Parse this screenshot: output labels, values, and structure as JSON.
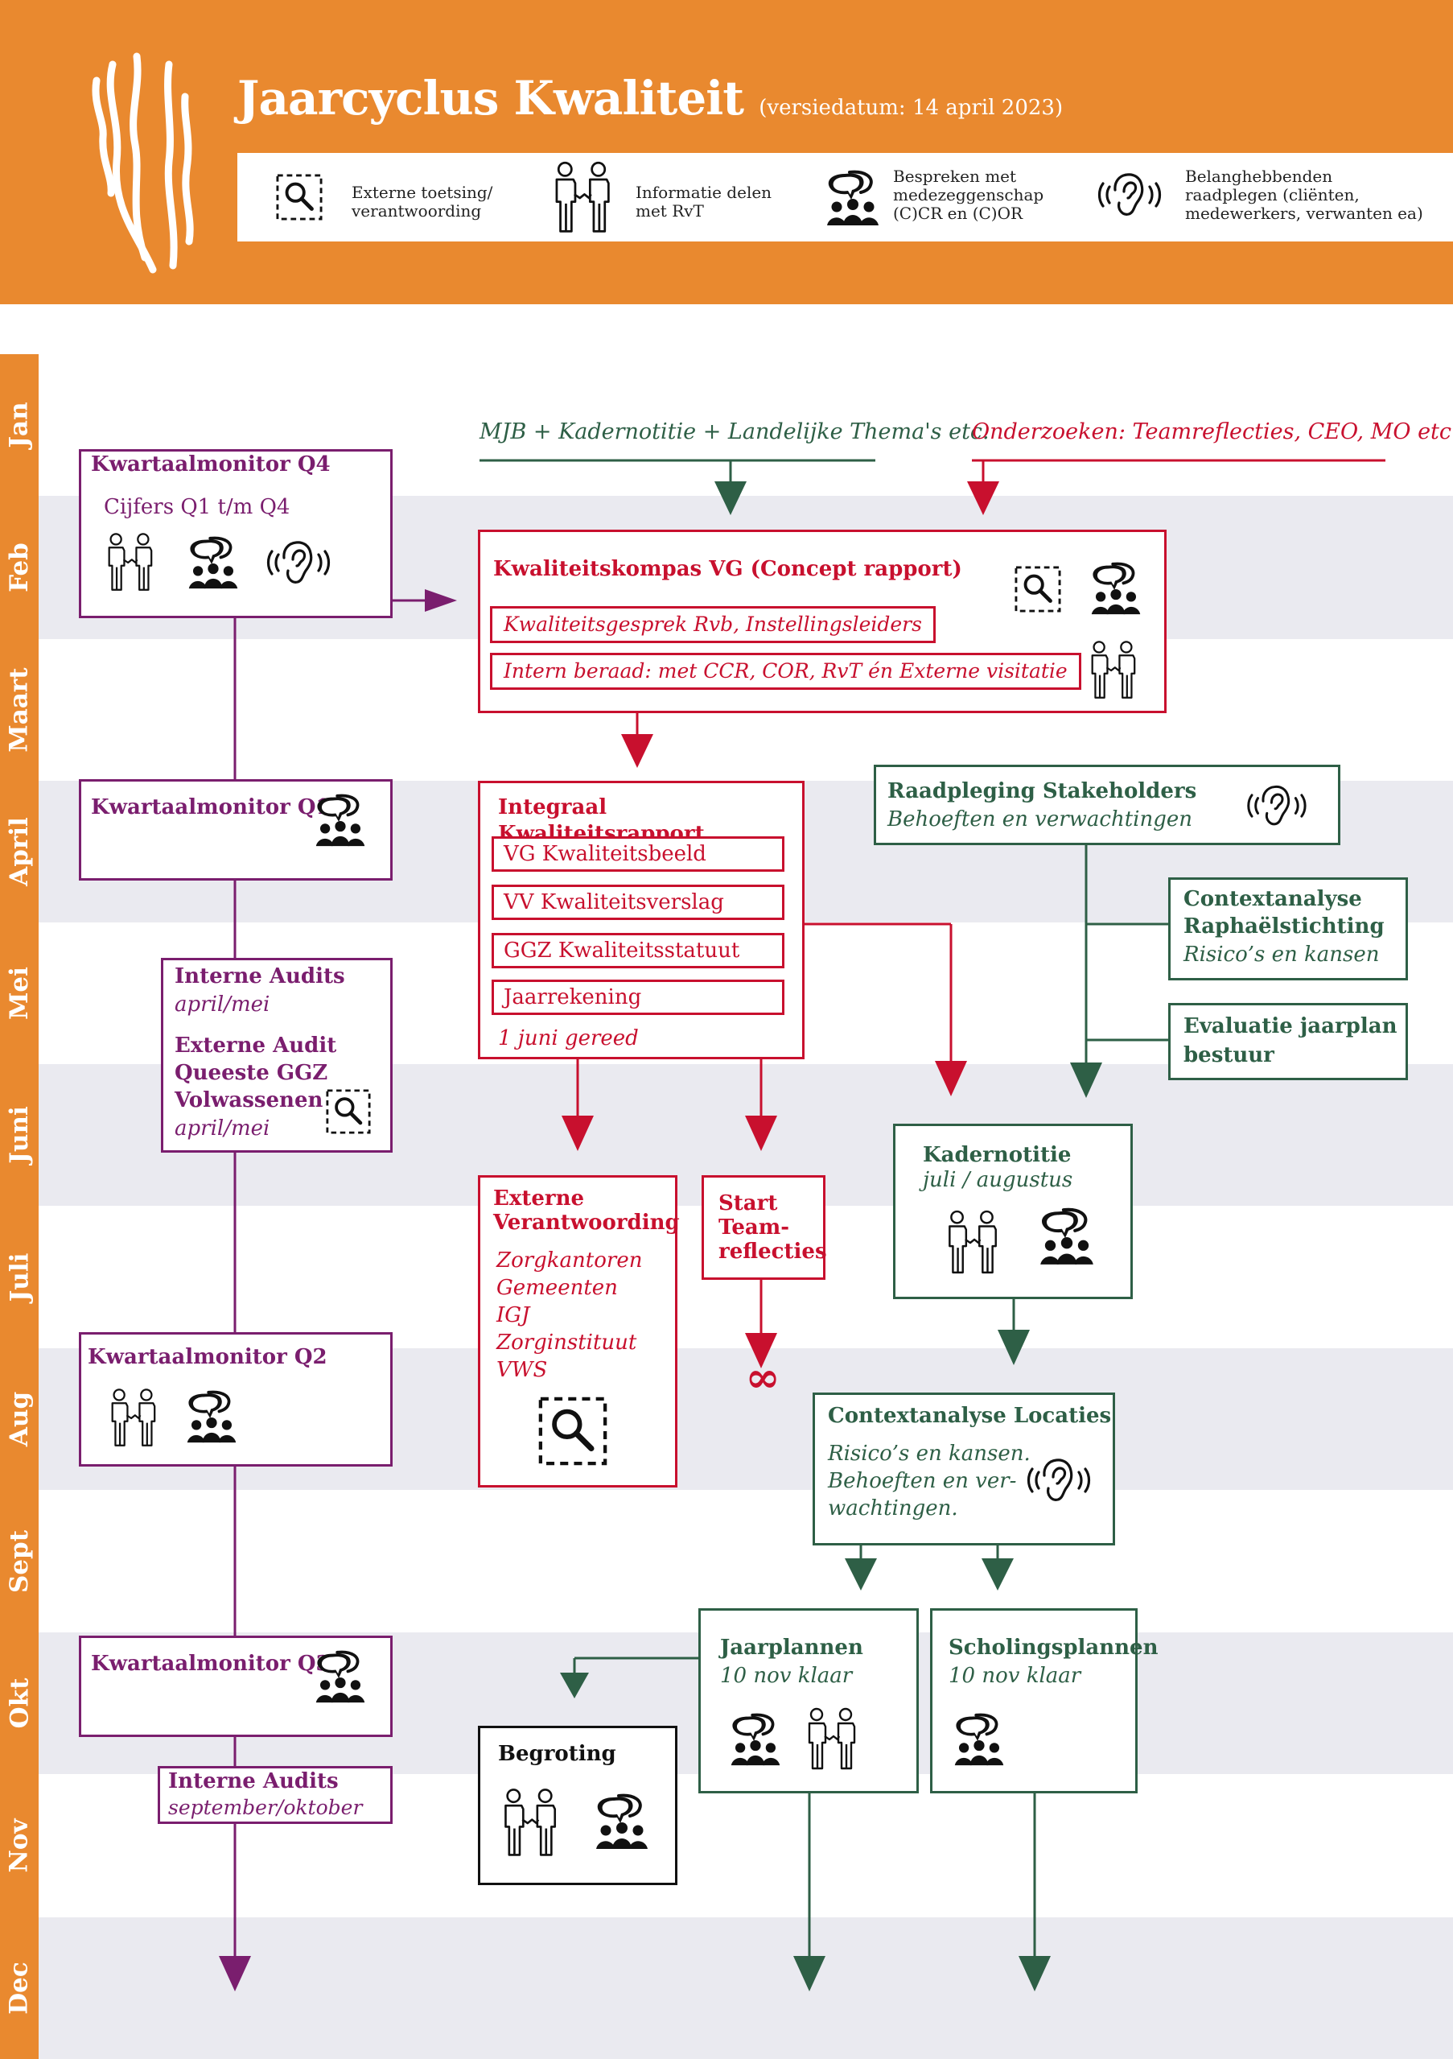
{
  "header": {
    "title": "Jaarcyclus Kwaliteit",
    "version": "(versiedatum: 14 april 2023)",
    "legend": [
      {
        "icon": "search-icon",
        "text_1": "Externe toetsing/",
        "text_2": "verantwoording"
      },
      {
        "icon": "handshake-icon",
        "text_1": "Informatie delen",
        "text_2": "met RvT"
      },
      {
        "icon": "people-speech-icon",
        "text_1": "Bespreken met",
        "text_2": "medezeggenschap",
        "text_3": "(C)CR en (C)OR"
      },
      {
        "icon": "ear-icon",
        "text_1": "Belanghebbenden",
        "text_2": "raadplegen (cliënten,",
        "text_3": "medewerkers, verwanten ea)"
      }
    ]
  },
  "months": [
    "Jan",
    "Feb",
    "Maart",
    "April",
    "Mei",
    "Juni",
    "Juli",
    "Aug",
    "Sept",
    "Okt",
    "Nov",
    "Dec"
  ],
  "inputs": {
    "left": "MJB + Kadernotitie + Landelijke Thema's etc.",
    "right": "Onderzoeken: Teamreflecties, CEO, MO etc."
  },
  "left_column": {
    "q4": {
      "title": "Kwartaalmonitor Q4",
      "sub": "Cijfers Q1 t/m Q4"
    },
    "q1": {
      "title": "Kwartaalmonitor Q1"
    },
    "audits": {
      "title_1": "Interne Audits",
      "sub_1": "april/mei",
      "title_2": "Externe Audit",
      "title_3": "Queeste GGZ",
      "title_4": "Volwassenen",
      "sub_2": "april/mei"
    },
    "q2": {
      "title": "Kwartaalmonitor Q2"
    },
    "q3": {
      "title": "Kwartaalmonitor Q3"
    },
    "audits2": {
      "title": "Interne Audits",
      "sub": "september/oktober"
    }
  },
  "kompas": {
    "title": "Kwaliteitskompas VG (Concept rapport)",
    "tag_1": "Kwaliteitsgesprek Rvb, Instellingsleiders",
    "tag_2": "Intern beraad: met CCR, COR, RvT én Externe visitatie"
  },
  "integraal": {
    "title": "Integraal Kwaliteitsrapport",
    "items": [
      "VG Kwaliteitsbeeld",
      "VV Kwaliteitsverslag",
      "GGZ Kwaliteitsstatuut",
      "Jaarrekening"
    ],
    "note": "1 juni gereed"
  },
  "extern": {
    "title_1": "Externe",
    "title_2": "Verantwoording",
    "items": [
      "Zorgkantoren",
      "Gemeenten",
      "IGJ",
      "Zorginstituut",
      "VWS"
    ]
  },
  "team": {
    "line_1": "Start",
    "line_2": "Team-",
    "line_3": "reflecties",
    "symbol": "∞"
  },
  "stakeholders": {
    "title": "Raadpleging Stakeholders",
    "sub": "Behoeften en verwachtingen"
  },
  "context_raph": {
    "title_1": "Contextanalyse",
    "title_2": "Raphaëlstichting",
    "sub": "Risico’s en kansen"
  },
  "evaluatie": {
    "title_1": "Evaluatie jaarplan",
    "title_2": "bestuur"
  },
  "kadernotitie": {
    "title": "Kadernotitie",
    "sub": "juli / augustus"
  },
  "context_loc": {
    "title": "Contextanalyse Locaties",
    "sub_1": "Risico’s en kansen.",
    "sub_2": "Behoeften en ver-",
    "sub_3": "wachtingen."
  },
  "jaarplannen": {
    "title": "Jaarplannen",
    "sub": "10 nov klaar"
  },
  "scholing": {
    "title": "Scholingsplannen",
    "sub": "10 nov klaar"
  },
  "begroting": {
    "title": "Begroting"
  },
  "colors": {
    "orange": "#e9892f",
    "purple": "#7a1e6e",
    "red": "#c8102e",
    "green": "#2e5f46",
    "black": "#111111",
    "band": "#eaeaf0"
  }
}
